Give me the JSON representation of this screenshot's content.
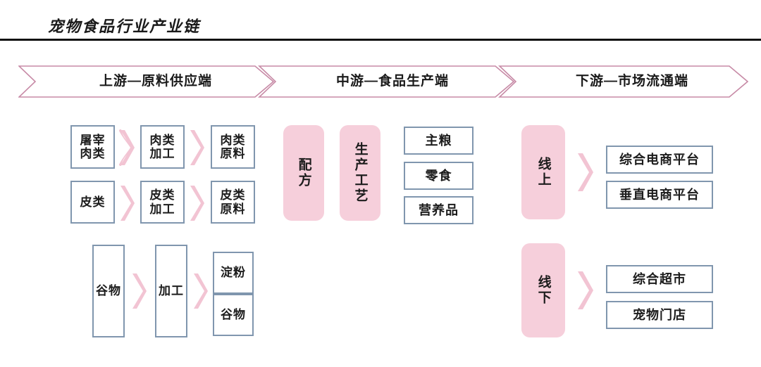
{
  "page": {
    "title": "宠物食品行业产业链"
  },
  "banner": {
    "stages": [
      {
        "id": "upstream",
        "label": "上游—原料供应端"
      },
      {
        "id": "midstream",
        "label": "中游—食品生产端"
      },
      {
        "id": "downstream",
        "label": "下游—市场流通端"
      }
    ],
    "outline_color": "#c78aa6",
    "fill_color": "#ffffff"
  },
  "colors": {
    "box_border": "#8096ae",
    "pink_fill": "#f6cfdb",
    "arrow_pink": "#f2c4d3",
    "text": "#1c1c1c",
    "rule": "#111111"
  },
  "upstream": {
    "meat_row": {
      "source": "屠宰\n肉类",
      "process": "肉类\n加工",
      "output": "肉类\n原料"
    },
    "hide_row": {
      "source": "皮类",
      "process": "皮类\n加工",
      "output": "皮类\n原料"
    },
    "grain_row": {
      "source": "谷物",
      "process": "加工",
      "outputs": [
        "淀粉",
        "谷物"
      ]
    }
  },
  "midstream": {
    "steps": [
      {
        "id": "formula",
        "label": "配方"
      },
      {
        "id": "production-process",
        "label": "生产工艺"
      }
    ],
    "products": [
      "主粮",
      "零食",
      "营养品"
    ]
  },
  "downstream": {
    "online": {
      "label": "线上",
      "channels": [
        "综合电商平台",
        "垂直电商平台"
      ]
    },
    "offline": {
      "label": "线下",
      "channels": [
        "综合超市",
        "宠物门店"
      ]
    }
  }
}
